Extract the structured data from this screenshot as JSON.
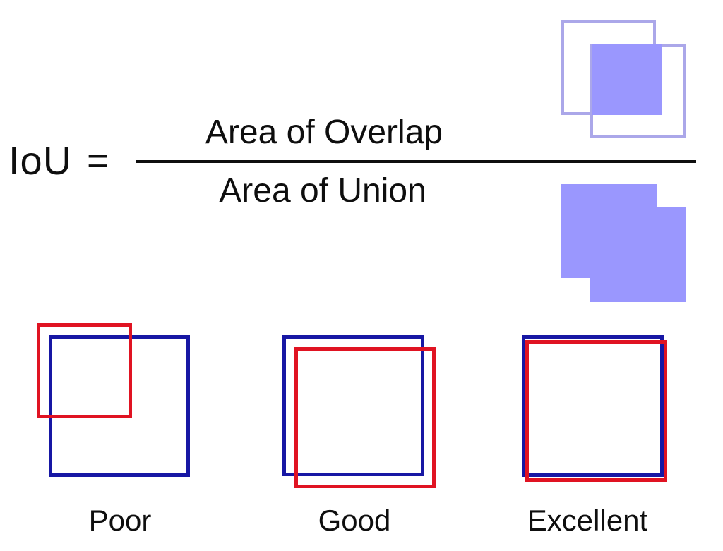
{
  "formula": {
    "lhs": "IoU",
    "equals_sign": "=",
    "numerator": "Area of Overlap",
    "denominator": "Area of Union"
  },
  "illustrations": {
    "numerator_graphic": "two overlapping outlined squares with intersection region filled",
    "denominator_graphic": "union of two overlapping squares filled solid"
  },
  "examples": [
    {
      "label": "Poor"
    },
    {
      "label": "Good"
    },
    {
      "label": "Excellent"
    }
  ],
  "colors": {
    "background": "#ffffff",
    "ink": "#0e0e0e",
    "purple_fill": "#9a97fe",
    "purple_outline": "#aba7e9",
    "red_box": "#e01322",
    "blue_box": "#1717a4"
  }
}
